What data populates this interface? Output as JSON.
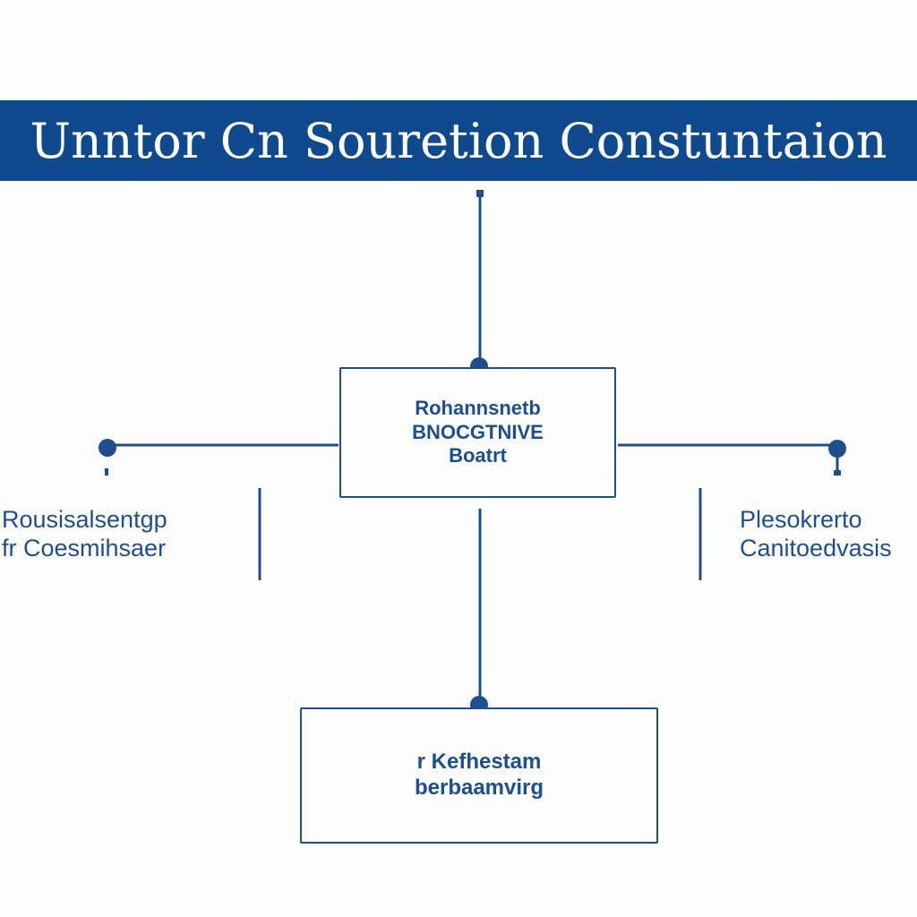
{
  "diagram": {
    "title": "Unntor Cn Souretion Constuntaion",
    "colors": {
      "banner": "#0f4a8f",
      "line": "#1f4e8c",
      "text": "#1b4f8f",
      "background": "#fdfdfd"
    },
    "center_node": {
      "lines": [
        "Rohannsnetb",
        "BNOCGTNIVE",
        "Boatrt"
      ]
    },
    "left_label": {
      "lines": [
        "Rousisalsentgp",
        "fr Coesmihsaer"
      ]
    },
    "right_label": {
      "lines": [
        "Plesokrerto",
        "Canitoedvasis"
      ]
    },
    "bottom_node": {
      "lines": [
        "r Kefhestam",
        "berbaamvirg"
      ]
    }
  }
}
